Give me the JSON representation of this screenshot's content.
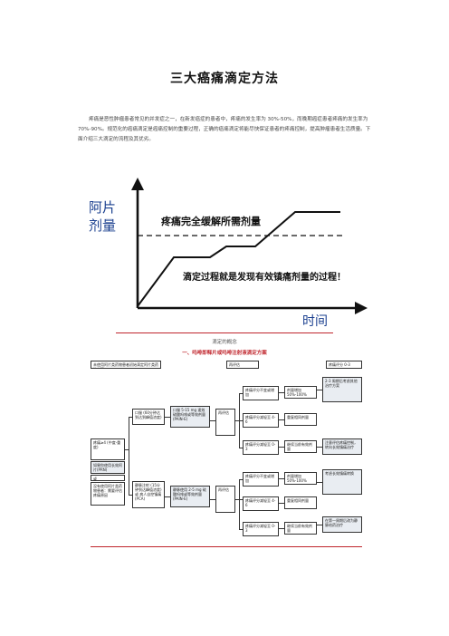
{
  "document": {
    "title": "三大癌痛滴定方法",
    "intro": "疼痛是恶性肿瘤患者常见的并发症之一，在新发癌症的患者中，疼痛的发生率为 30%-50%，而晚期癌症患者疼痛的发生率为 70%-90%。规范化的癌痛滴定是癌痛控制的重要过程，正确的癌痛滴定将能尽快保证患者的疼痛控制，提高肿瘤患者生活质量。下面介绍三大滴定的流程及其优劣。"
  },
  "figure": {
    "y_axis_label_line1": "阿片",
    "y_axis_label_line2": "剂量",
    "x_axis_label": "时间",
    "dashed_label": "疼痛完全缓解所需剂量",
    "curve_label": "滴定过程就是发现有效镇痛剂量的过程！",
    "caption": "滴定的概念"
  },
  "flowchart": {
    "title": "一、吗啡即释片或吗啡注射液滴定方案",
    "header_left": "未使用阿片类药物患者初始滴定阿片类药物剂量",
    "header_mid": "再评估",
    "header_right": "疼痛评分 0-3",
    "left_note_1": "疼痛≥4 (中度-重度)",
    "left_note_2": "如果你使用长效阿片(PRN)",
    "left_note_3": "或",
    "left_note_4": "没有使用阿片类药物患者：需要评估疼痛原因",
    "box_oral": "口服 (60分钟达到达到峰值浓度)",
    "box_oral_dose": "口服 5-15 mg 速效硫酸吗啡或等效剂量 (PAIN-E)",
    "box_iv": "静脉注射 (15分钟到达峰值浓度)或 病人自控镇痛 (PCA)",
    "box_iv_dose": "静脉使用 2-5 mg 硫酸吗啡或等效剂量 (PAIN-E)",
    "eval_1": "疼痛评分不变或增加",
    "eval_2": "疼痛评分减轻至 4-6",
    "eval_3": "疼痛评分减轻至 0-3",
    "action_1": "剂量增加 50%-100%",
    "action_2": "重复相同剂量",
    "action_3": "继续当前有效剂量",
    "action_4": "剂量增加 50%-100%",
    "action_5": "重复相同剂量",
    "action_6": "继续当前有效剂量",
    "right_1": "2-3 周期后考虑其他治疗方案",
    "right_2": "注意评估疼痛控制，转向长效镇痛治疗",
    "right_3": "考虑长效镇痛转换",
    "right_4": "在第一周期后改为静脉给药治疗"
  }
}
